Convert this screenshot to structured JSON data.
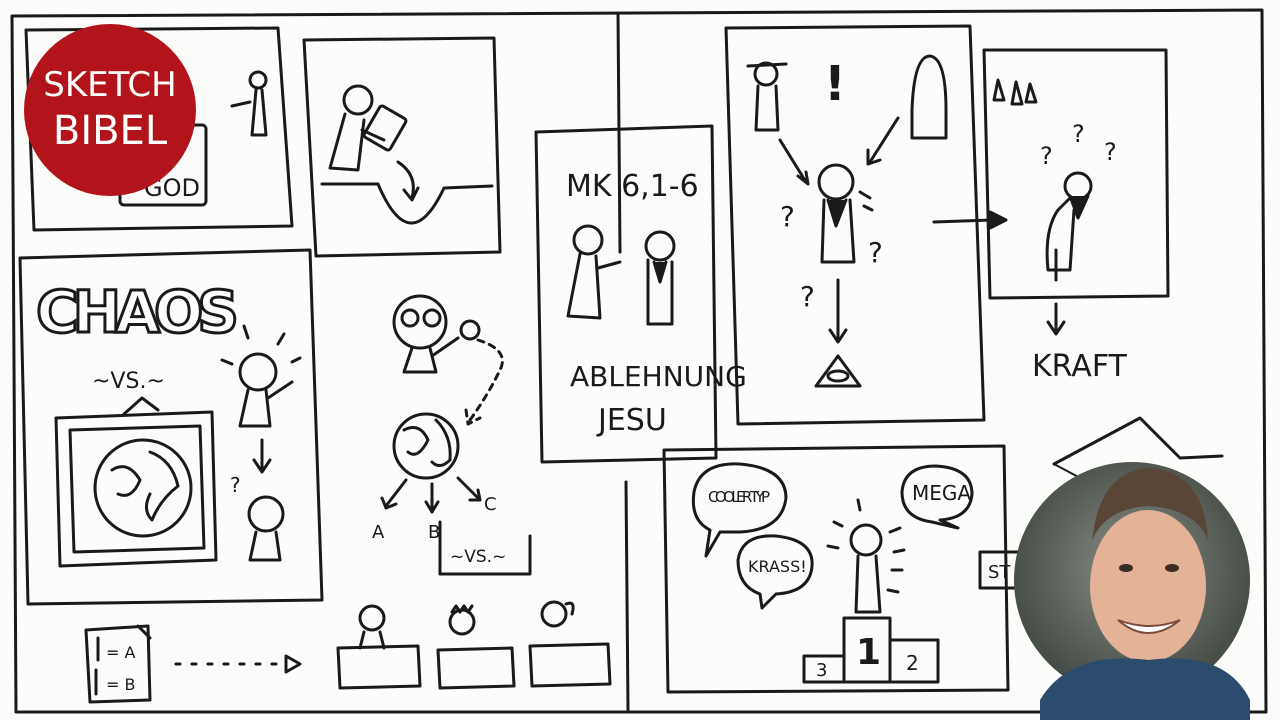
{
  "logo": {
    "line1": "SKETCH",
    "line2": "BIBEL",
    "color": "#b3141b"
  },
  "panel1": {
    "sign_text": "GOD"
  },
  "chaos": {
    "title": "CHAOS",
    "vs": "~VS.~"
  },
  "earth_branch": {
    "labels": [
      "A",
      "B",
      "C"
    ],
    "vs": "~VS.~"
  },
  "title_card": {
    "reference": "MK 6,1-6",
    "heading_line1": "ABLEHNUNG",
    "heading_line2": "JESU"
  },
  "confusion": {
    "exclamation": "!",
    "question_marks": [
      "?",
      "?",
      "?",
      "?"
    ]
  },
  "kraft": {
    "label": "KRAFT",
    "question_marks": [
      "?",
      "?",
      "?"
    ]
  },
  "podium": {
    "bubbles": [
      "COOLER TYP",
      "KRASS!",
      "MEGA"
    ],
    "places": [
      "1",
      "2",
      "3"
    ],
    "side_sign": "ST"
  },
  "bottom": {
    "card_lines": [
      "= A",
      "= B"
    ]
  },
  "colors": {
    "ink": "#1a1a1a",
    "accent": "#b3141b",
    "shade": "#d9d9d9"
  }
}
